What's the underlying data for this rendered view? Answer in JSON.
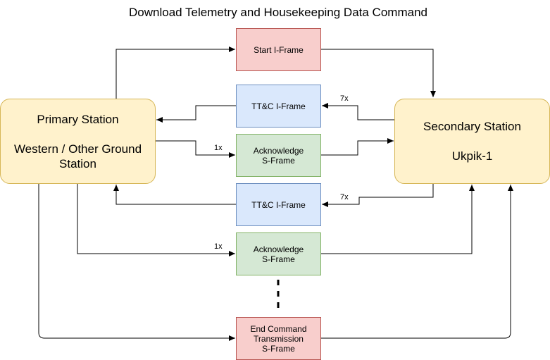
{
  "title": "Download Telemetry and Housekeeping Data Command",
  "primary_station": {
    "line1": "Primary Station",
    "line2": "Western / Other Ground Station"
  },
  "secondary_station": {
    "line1": "Secondary Station",
    "line2": "Ukpik-1"
  },
  "frames": {
    "start": "Start I-Frame",
    "ttc_1": "TT&C I-Frame",
    "ack_1": "Acknowledge\nS-Frame",
    "ttc_2": "TT&C I-Frame",
    "ack_2": "Acknowledge\nS-Frame",
    "end": "End Command\nTransmission\nS-Frame"
  },
  "edge_labels": {
    "ttc_1_count": "7x",
    "ack_1_count": "1x",
    "ttc_2_count": "7x",
    "ack_2_count": "1x"
  },
  "colors": {
    "station_fill": "#fff2cc",
    "red_fill": "#f8cecc",
    "blue_fill": "#dae8fc",
    "green_fill": "#d5e8d4"
  }
}
